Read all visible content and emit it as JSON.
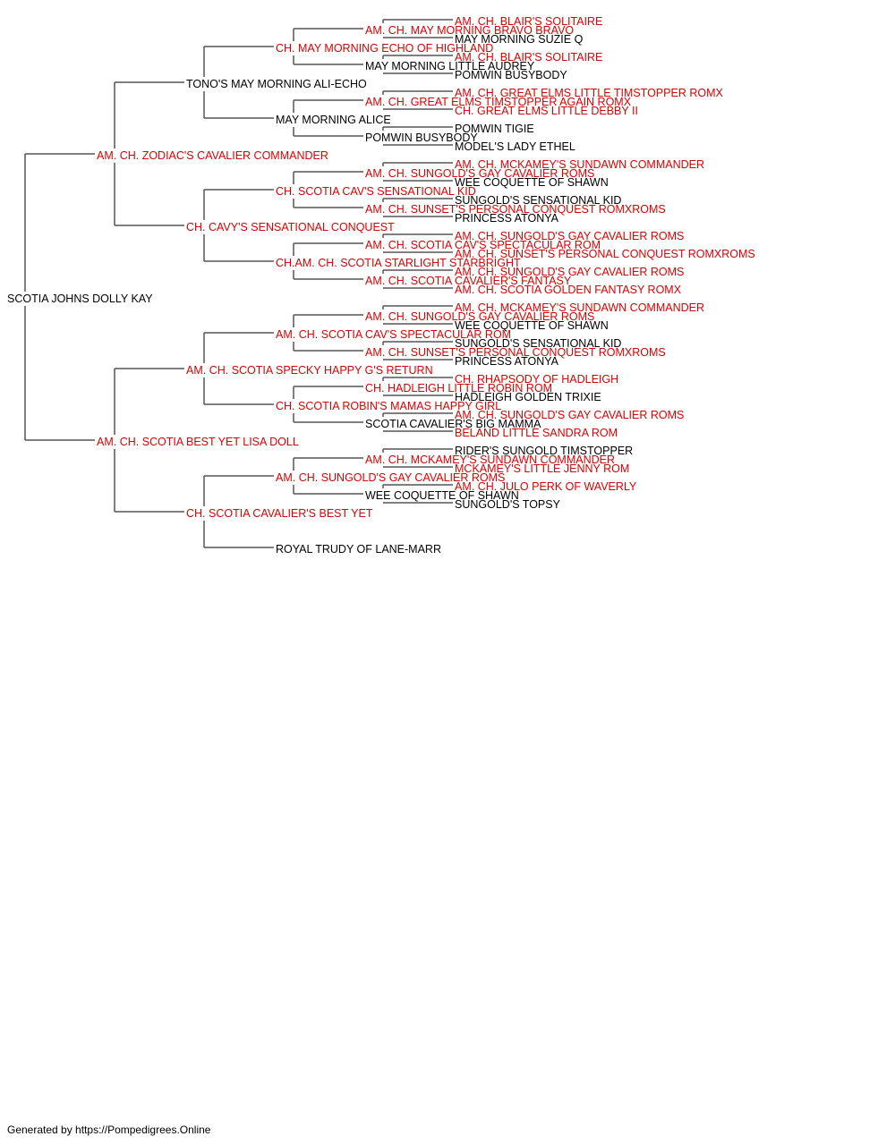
{
  "colors": {
    "champion": "#e00000",
    "normal": "#000000",
    "line": "#555555"
  },
  "pedigree": {
    "name": "SCOTIA JOHNS DOLLY KAY",
    "ch": false,
    "sire": {
      "name": "AM. CH. ZODIAC'S CAVALIER COMMANDER",
      "ch": true,
      "sire": {
        "name": "TONO'S MAY MORNING ALI-ECHO",
        "ch": false,
        "sire": {
          "name": "CH. MAY MORNING ECHO OF HIGHLAND",
          "ch": true,
          "sire": {
            "name": "AM. CH. MAY MORNING BRAVO BRAVO",
            "ch": true,
            "sire": {
              "name": "AM. CH. BLAIR'S SOLITAIRE",
              "ch": true
            },
            "dam": {
              "name": "MAY MORNING SUZIE Q",
              "ch": false
            }
          },
          "dam": {
            "name": "MAY MORNING LITTLE AUDREY",
            "ch": false,
            "sire": {
              "name": "AM. CH. BLAIR'S SOLITAIRE",
              "ch": true
            },
            "dam": {
              "name": "POMWIN BUSYBODY",
              "ch": false
            }
          }
        },
        "dam": {
          "name": "MAY MORNING ALICE",
          "ch": false,
          "sire": {
            "name": "AM. CH. GREAT ELMS TIMSTOPPER AGAIN ROMX",
            "ch": true,
            "sire": {
              "name": "AM. CH. GREAT ELMS LITTLE TIMSTOPPER ROMX",
              "ch": true
            },
            "dam": {
              "name": "CH. GREAT ELMS LITTLE DEBBY II",
              "ch": true
            }
          },
          "dam": {
            "name": "POMWIN BUSYBODY",
            "ch": false,
            "sire": {
              "name": "POMWIN TIGIE",
              "ch": false
            },
            "dam": {
              "name": "MODEL'S LADY ETHEL",
              "ch": false
            }
          }
        }
      },
      "dam": {
        "name": "CH. CAVY'S SENSATIONAL CONQUEST",
        "ch": true,
        "sire": {
          "name": "CH. SCOTIA CAV'S SENSATIONAL KID",
          "ch": true,
          "sire": {
            "name": "AM. CH. SUNGOLD'S GAY CAVALIER ROMS",
            "ch": true,
            "sire": {
              "name": "AM. CH. MCKAMEY'S SUNDAWN COMMANDER",
              "ch": true
            },
            "dam": {
              "name": "WEE COQUETTE OF SHAWN",
              "ch": false
            }
          },
          "dam": {
            "name": "AM. CH. SUNSET'S PERSONAL CONQUEST ROMXROMS",
            "ch": true,
            "sire": {
              "name": "SUNGOLD'S SENSATIONAL KID",
              "ch": false
            },
            "dam": {
              "name": "PRINCESS ATONYA",
              "ch": false
            }
          }
        },
        "dam": {
          "name": "CH.AM. CH. SCOTIA STARLIGHT STARBRIGHT",
          "ch": true,
          "sire": {
            "name": "AM. CH. SCOTIA CAV'S SPECTACULAR ROM",
            "ch": true,
            "sire": {
              "name": "AM. CH. SUNGOLD'S GAY CAVALIER ROMS",
              "ch": true
            },
            "dam": {
              "name": "AM. CH. SUNSET'S PERSONAL CONQUEST ROMXROMS",
              "ch": true
            }
          },
          "dam": {
            "name": "AM. CH. SCOTIA CAVALIER'S FANTASY",
            "ch": true,
            "sire": {
              "name": "AM. CH. SUNGOLD'S GAY CAVALIER ROMS",
              "ch": true
            },
            "dam": {
              "name": "AM. CH. SCOTIA GOLDEN FANTASY ROMX",
              "ch": true
            }
          }
        }
      }
    },
    "dam": {
      "name": "AM. CH. SCOTIA BEST YET LISA DOLL",
      "ch": true,
      "sire": {
        "name": "AM. CH. SCOTIA SPECKY HAPPY G'S RETURN",
        "ch": true,
        "sire": {
          "name": "AM. CH. SCOTIA CAV'S SPECTACULAR ROM",
          "ch": true,
          "sire": {
            "name": "AM. CH. SUNGOLD'S GAY CAVALIER ROMS",
            "ch": true,
            "sire": {
              "name": "AM. CH. MCKAMEY'S SUNDAWN COMMANDER",
              "ch": true
            },
            "dam": {
              "name": "WEE COQUETTE OF SHAWN",
              "ch": false
            }
          },
          "dam": {
            "name": "AM. CH. SUNSET'S PERSONAL CONQUEST ROMXROMS",
            "ch": true,
            "sire": {
              "name": "SUNGOLD'S SENSATIONAL KID",
              "ch": false
            },
            "dam": {
              "name": "PRINCESS ATONYA",
              "ch": false
            }
          }
        },
        "dam": {
          "name": "CH. SCOTIA ROBIN'S MAMAS HAPPY GIRL",
          "ch": true,
          "sire": {
            "name": "CH. HADLEIGH LITTLE ROBIN ROM",
            "ch": true,
            "sire": {
              "name": "CH. RHAPSODY OF HADLEIGH",
              "ch": true
            },
            "dam": {
              "name": "HADLEIGH GOLDEN TRIXIE",
              "ch": false
            }
          },
          "dam": {
            "name": "SCOTIA CAVALIER'S BIG MAMMA",
            "ch": false,
            "sire": {
              "name": "AM. CH. SUNGOLD'S GAY CAVALIER ROMS",
              "ch": true
            },
            "dam": {
              "name": "BELAND LITTLE SANDRA ROM",
              "ch": true
            }
          }
        }
      },
      "dam": {
        "name": "CH. SCOTIA CAVALIER'S BEST YET",
        "ch": true,
        "sire": {
          "name": "AM. CH. SUNGOLD'S GAY CAVALIER ROMS",
          "ch": true,
          "sire": {
            "name": "AM. CH. MCKAMEY'S SUNDAWN COMMANDER",
            "ch": true,
            "sire": {
              "name": "RIDER'S SUNGOLD TIMSTOPPER",
              "ch": false
            },
            "dam": {
              "name": "MCKAMEY'S LITTLE JENNY ROM",
              "ch": true
            }
          },
          "dam": {
            "name": "WEE COQUETTE OF SHAWN",
            "ch": false,
            "sire": {
              "name": "AM. CH. JULO PERK OF WAVERLY",
              "ch": true
            },
            "dam": {
              "name": "SUNGOLD'S TOPSY",
              "ch": false
            }
          }
        },
        "dam": {
          "name": "ROYAL TRUDY OF LANE-MARR",
          "ch": false
        }
      }
    }
  },
  "footer": {
    "text": "Generated by https://Pompedigrees.Online"
  }
}
